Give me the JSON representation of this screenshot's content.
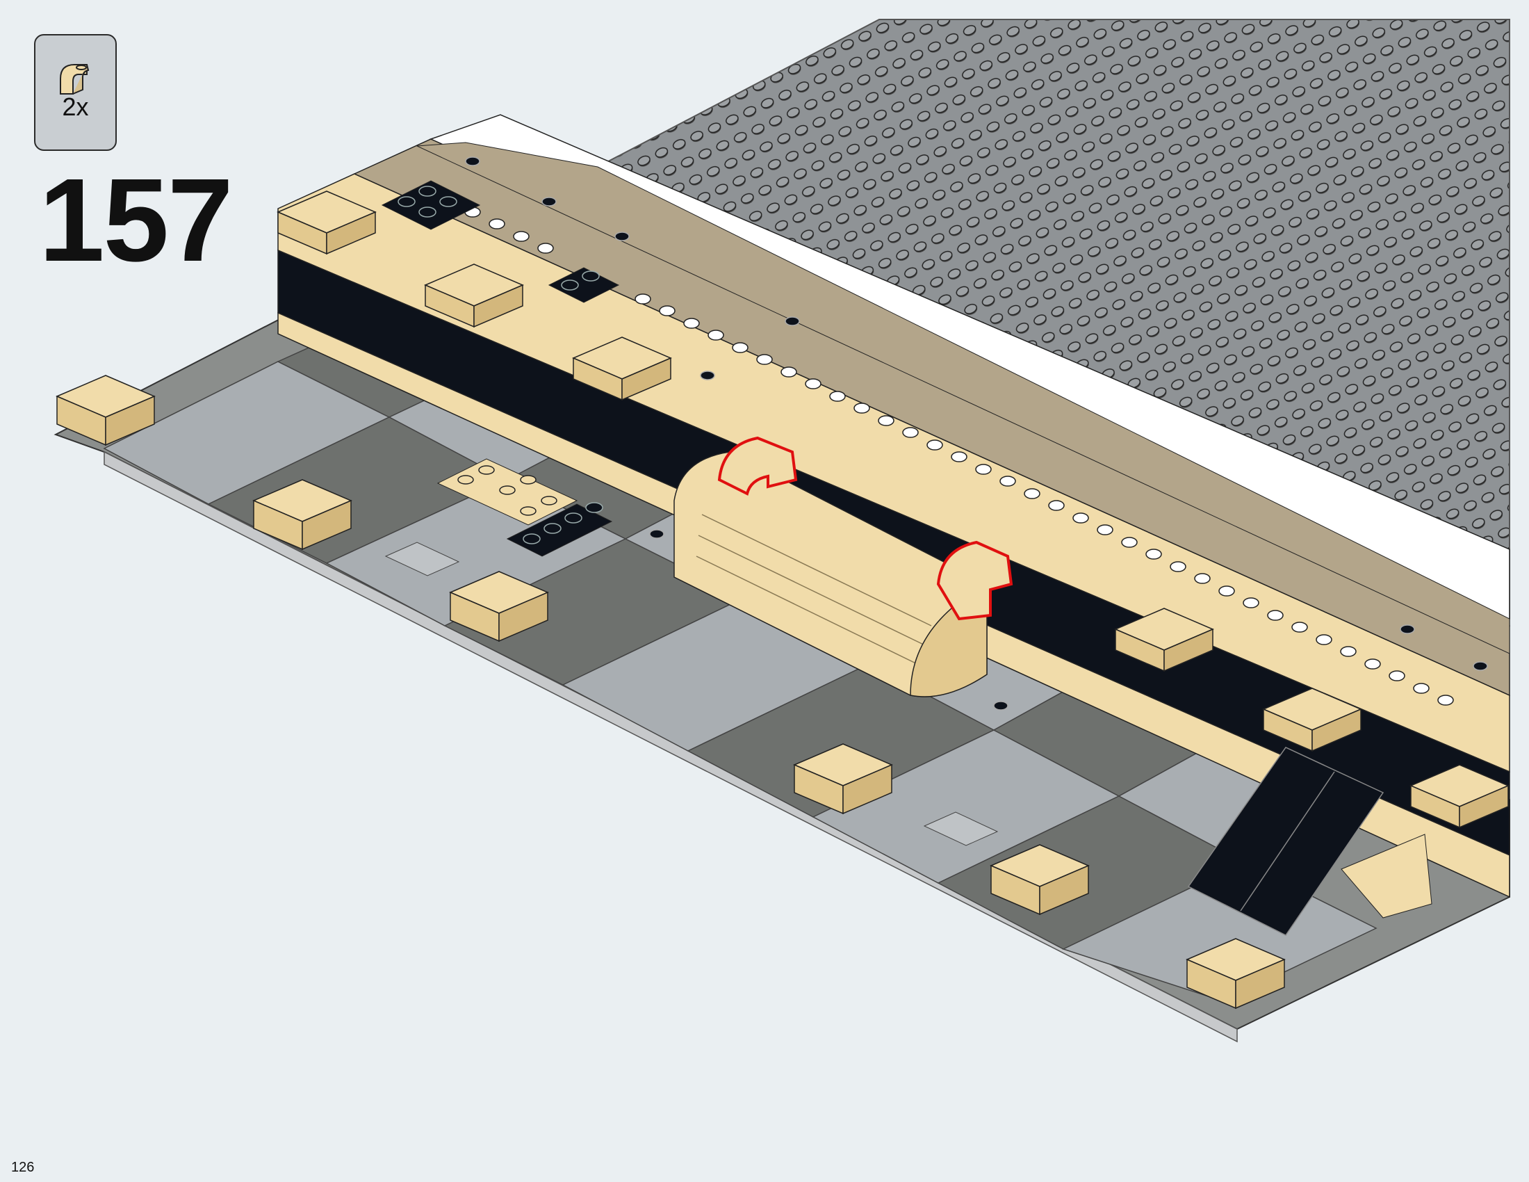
{
  "parts_callout": {
    "quantity": "2x",
    "part_icon": "tan-curved-slope-brick-icon",
    "part_color": "#f1dcaa"
  },
  "step": {
    "number": "157"
  },
  "page": {
    "number": "126"
  },
  "colors": {
    "background": "#eaeff2",
    "baseplate_gray": "#8f9396",
    "tan": "#f1dcaa",
    "dark_tan": "#b3a58a",
    "black": "#0d121b",
    "white_tile": "#ffffff",
    "dark_gray_tile": "#6e716e",
    "light_gray_tile": "#a9aeb2",
    "highlight_red": "#e01010"
  }
}
